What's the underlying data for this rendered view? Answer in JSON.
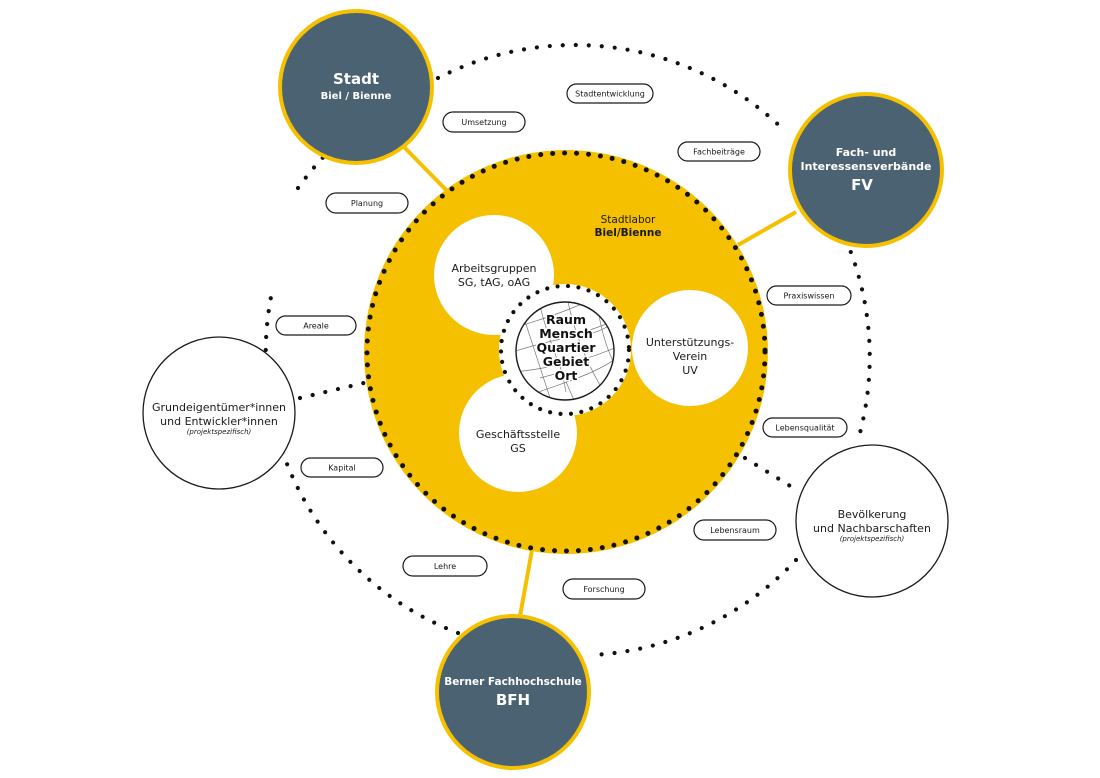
{
  "stadt": {
    "title": "Stadt",
    "subtitle": "Biel / Bienne"
  },
  "fv": {
    "line1": "Fach- und",
    "line2": "Interessensverbände",
    "abbr": "FV"
  },
  "bfh": {
    "title": "Berner Fachhochschule",
    "abbr": "BFH"
  },
  "grundeigentuemer": {
    "line1": "Grundeigentümer*innen",
    "line2": "und Entwickler*innen",
    "note": "(projektspezifisch)"
  },
  "bevoelkerung": {
    "line1": "Bevölkerung",
    "line2": "und Nachbarschaften",
    "note": "(projektspezifisch)"
  },
  "stadtlabor": {
    "line1": "Stadtlabor",
    "line2": "Biel/Bienne"
  },
  "arbeitsgruppen": {
    "line1": "Arbeitsgruppen",
    "line2": "SG, tAG, oAG"
  },
  "verein": {
    "line1": "Unterstützungs-",
    "line2": "Verein",
    "line3": "UV"
  },
  "geschaeftsstelle": {
    "line1": "Geschäftsstelle",
    "line2": "GS"
  },
  "core": {
    "line1": "Raum",
    "line2": "Mensch",
    "line3": "Quartier",
    "line4": "Gebiet",
    "line5": "Ort"
  },
  "pills": {
    "stadtentwicklung": "Stadtentwicklung",
    "umsetzung": "Umsetzung",
    "fachbeitraege": "Fachbeiträge",
    "planung": "Planung",
    "praxiswissen": "Praxiswissen",
    "areale": "Areale",
    "lebensqualitaet": "Lebensqualität",
    "kapital": "Kapital",
    "lebensraum": "Lebensraum",
    "lehre": "Lehre",
    "forschung": "Forschung"
  },
  "colors": {
    "yellow": "#f5c000",
    "slate": "#4b6272",
    "ink": "#1a1a1a"
  }
}
